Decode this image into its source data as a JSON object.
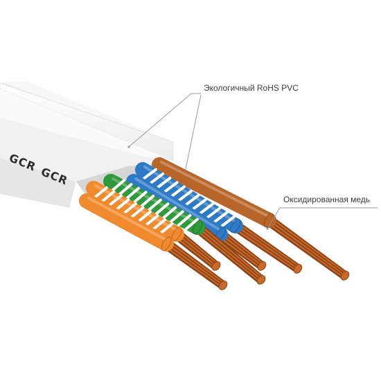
{
  "labels": {
    "insulation": "Экологичный RoHS PVC",
    "copper": "Оксидированная медь"
  },
  "brand": {
    "mark_1": "GCR",
    "mark_2": "GCR"
  },
  "colors": {
    "jacket": "#f4f4f4",
    "copper": "#c96a2a",
    "copper_dark": "#8e4416",
    "orange": "#f08a2c",
    "green": "#2e9a3c",
    "blue": "#2f7ac6",
    "brown": "#b8652a",
    "stripe": "#ffffff",
    "leader_line": "#9a9a9a"
  },
  "wires": [
    {
      "id": "orange-solid",
      "color": "orange",
      "striped": false
    },
    {
      "id": "orange-white",
      "color": "orange",
      "striped": true
    },
    {
      "id": "green-white",
      "color": "green",
      "striped": true
    },
    {
      "id": "blue-solid",
      "color": "blue",
      "striped": false
    },
    {
      "id": "blue-white",
      "color": "blue",
      "striped": true
    },
    {
      "id": "brown-solid",
      "color": "brown",
      "striped": false
    }
  ]
}
